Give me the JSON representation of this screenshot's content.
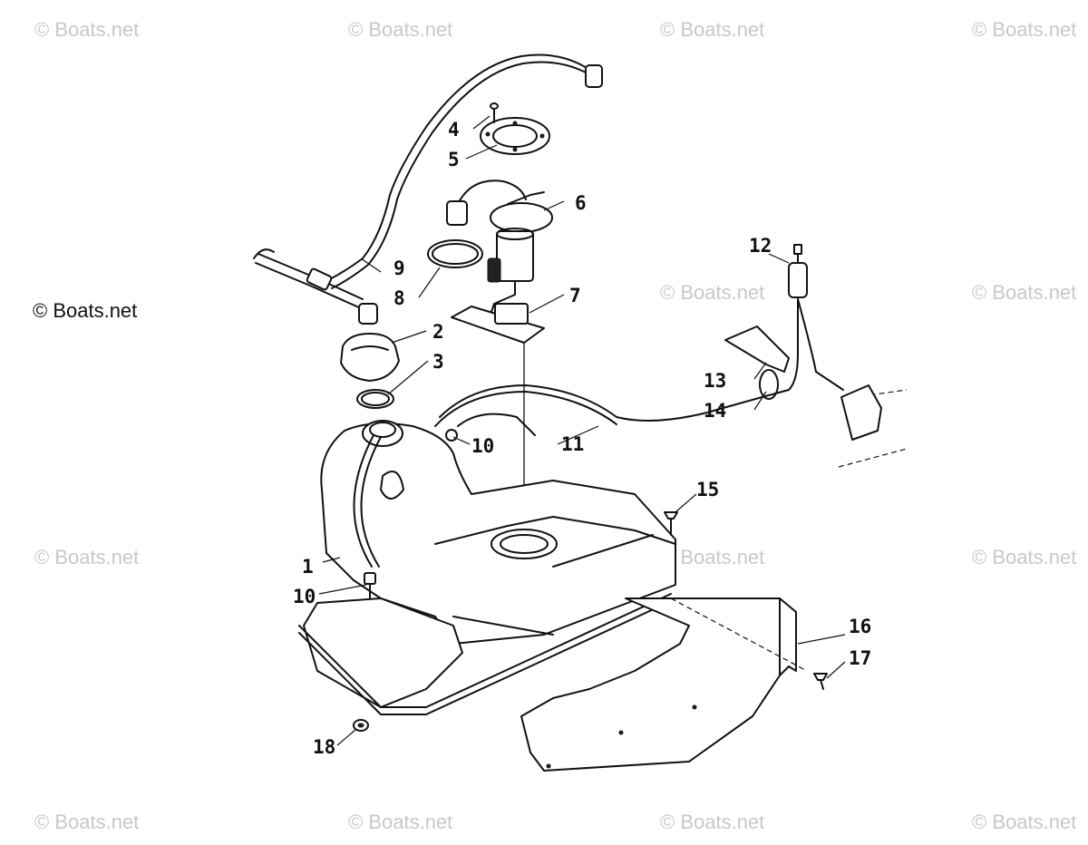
{
  "watermark": {
    "text": "© Boats.net"
  },
  "callouts": [
    "1",
    "2",
    "3",
    "4",
    "5",
    "6",
    "7",
    "8",
    "9",
    "10",
    "10",
    "11",
    "12",
    "13",
    "14",
    "15",
    "16",
    "17",
    "18"
  ]
}
